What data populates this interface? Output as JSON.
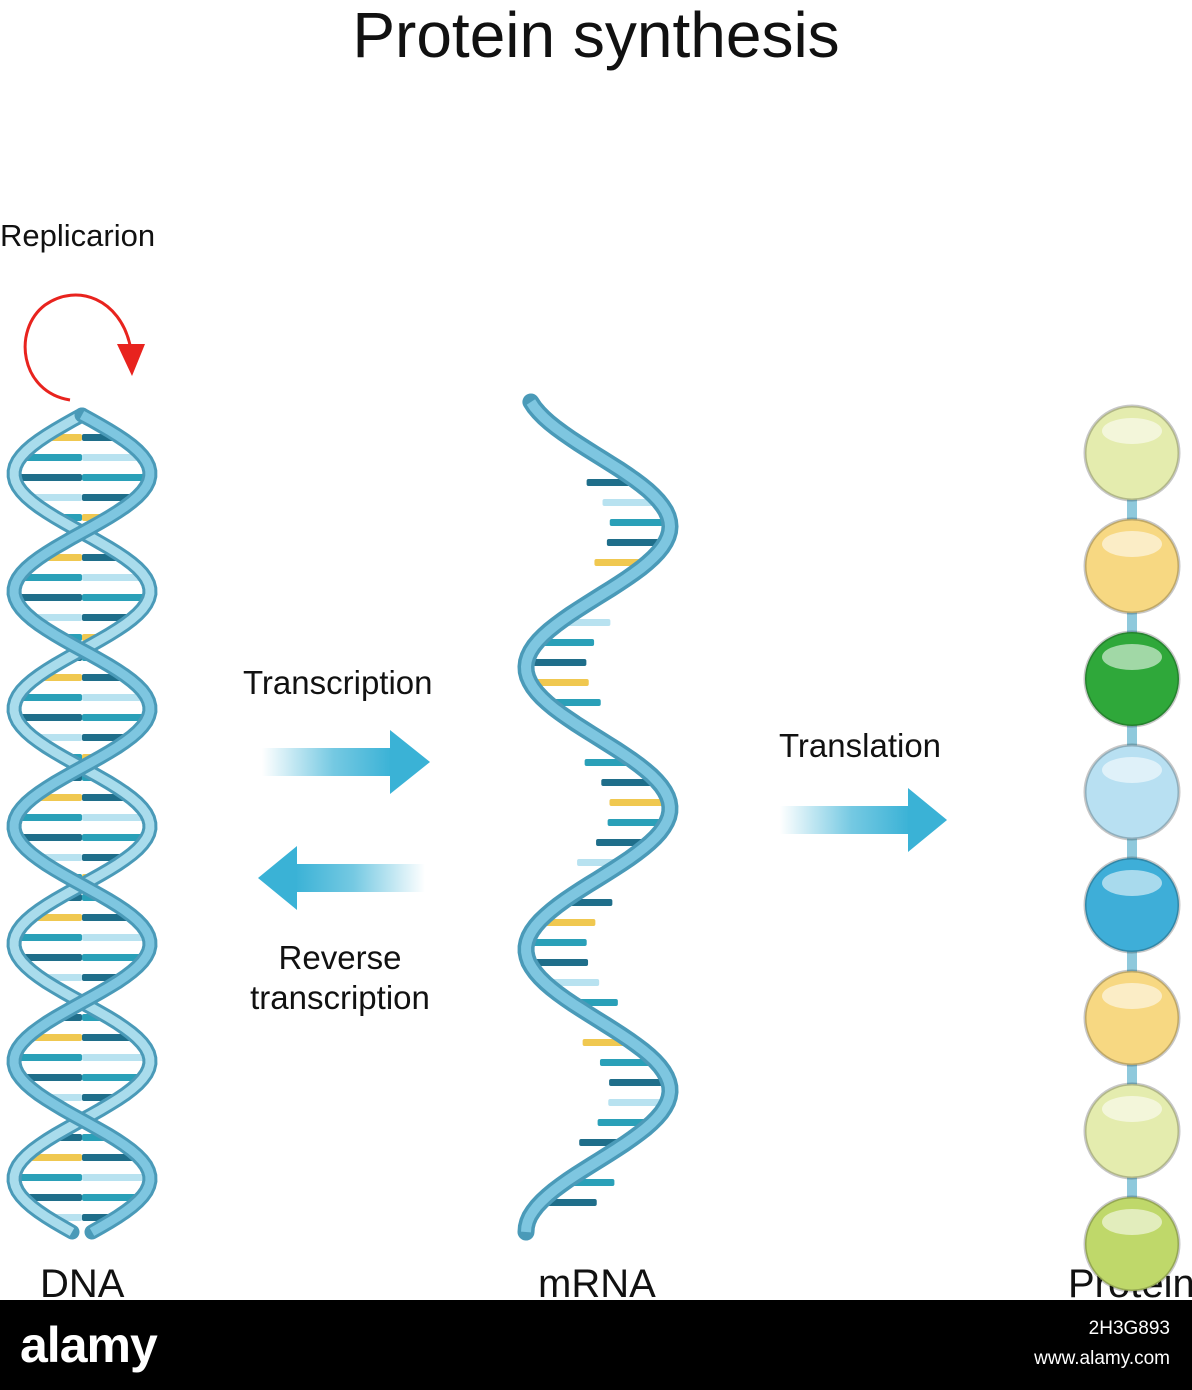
{
  "title": "Protein synthesis",
  "labels": {
    "replication": "Replicarion",
    "transcription": "Transcription",
    "translation": "Translation",
    "reverse_line1": "Reverse",
    "reverse_line2": "transcription",
    "dna": "DNA",
    "mrna": "mRNA",
    "protein": "Protein"
  },
  "protein_beads": [
    "#e4ecae",
    "#f7d882",
    "#2fa83a",
    "#b8e0f2",
    "#3eaed8",
    "#f7d882",
    "#e4ecae",
    "#bfd86a"
  ],
  "colors": {
    "strand": "#7ec6e0",
    "strand_dark": "#4a9ab8",
    "base_yellow": "#f0c850",
    "base_teal": "#2aa0b8",
    "base_dark": "#1f6e8a",
    "base_light": "#b8e2f0",
    "arrow": "#3ab2d6",
    "replication_arrow": "#e8231e"
  },
  "watermark": {
    "brand": "alamy",
    "image_id": "2H3G893",
    "url": "www.alamy.com"
  }
}
